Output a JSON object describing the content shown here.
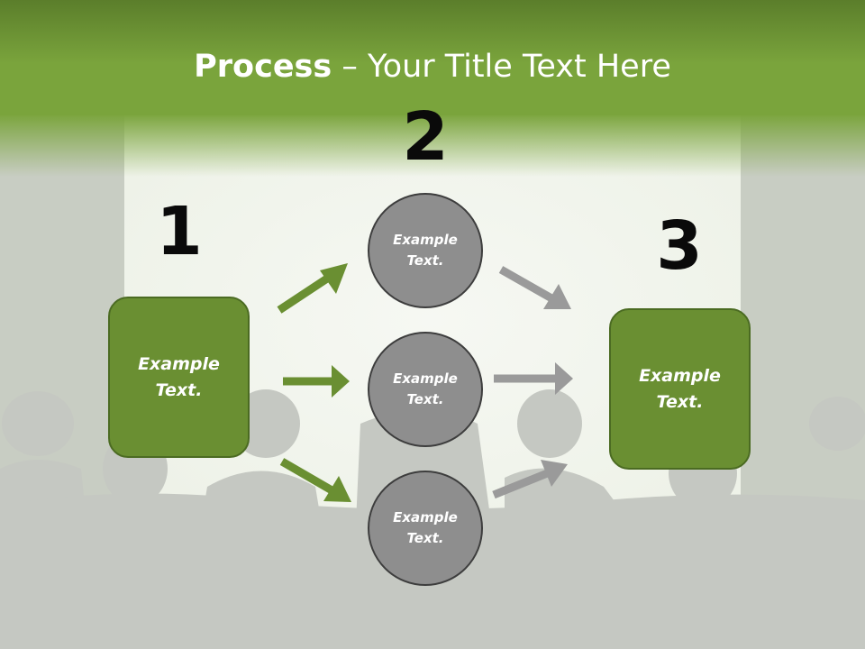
{
  "title": {
    "bold": "Process",
    "rest": " – Your Title Text Here"
  },
  "steps": [
    {
      "number": "1",
      "label": "Example Text."
    },
    {
      "number": "2",
      "label": "Example Text."
    },
    {
      "number": "3",
      "label": "Example Text."
    }
  ],
  "circles": [
    {
      "label": "Example Text."
    },
    {
      "label": "Example Text."
    },
    {
      "label": "Example Text."
    }
  ],
  "colors": {
    "header_green": "#76a03a",
    "box_green": "#6a8f32",
    "circle_gray": "#8e8e8e",
    "arrow_green": "#6a8f32",
    "arrow_gray": "#9a9a9a"
  }
}
